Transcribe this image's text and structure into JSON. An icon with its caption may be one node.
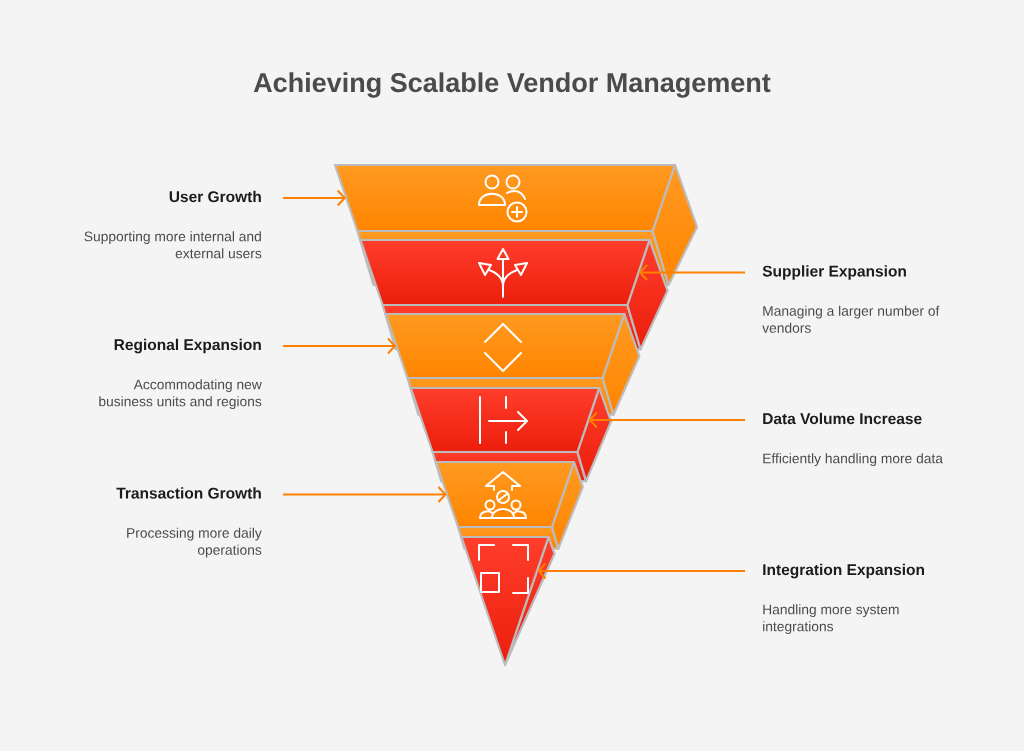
{
  "diagram": {
    "title": "Achieving Scalable Vendor Management",
    "nodes": [
      {
        "text": [
          "User Growth",
          "Supporting more internal and external users"
        ]
      },
      {
        "text": [],
        "shape": "trapezoid"
      },
      {
        "text": [],
        "shape": "trapezoid"
      },
      {
        "text": [
          "Supplier Expansion",
          "Managing a larger number of vendors"
        ]
      },
      {
        "text": [
          "Regional Expansion",
          "Accommodating new business units and regions"
        ]
      },
      {
        "text": [],
        "shape": "trapezoid"
      },
      {
        "text": [],
        "shape": "trapezoid"
      },
      {
        "text": [
          "Data Volume Increase",
          "Efficiently handling more data"
        ]
      },
      {
        "text": [
          "Transaction Growth",
          "Processing more daily operations"
        ]
      },
      {
        "text": [],
        "shape": "trapezoid"
      },
      {
        "text": [],
        "shape": "triangle"
      },
      {
        "text": [
          "Integration Expansion",
          "Handling more system integrations"
        ]
      }
    ],
    "edges": [
      {
        "from": 0,
        "to": 1,
        "arrow": "to"
      },
      {
        "from": 3,
        "to": 2,
        "arrow": "to"
      },
      {
        "from": 4,
        "to": 5,
        "arrow": "to"
      },
      {
        "from": 7,
        "to": 6,
        "arrow": "to"
      },
      {
        "from": 8,
        "to": 9,
        "arrow": "to"
      },
      {
        "from": 11,
        "to": 10,
        "arrow": "to"
      }
    ]
  }
}
